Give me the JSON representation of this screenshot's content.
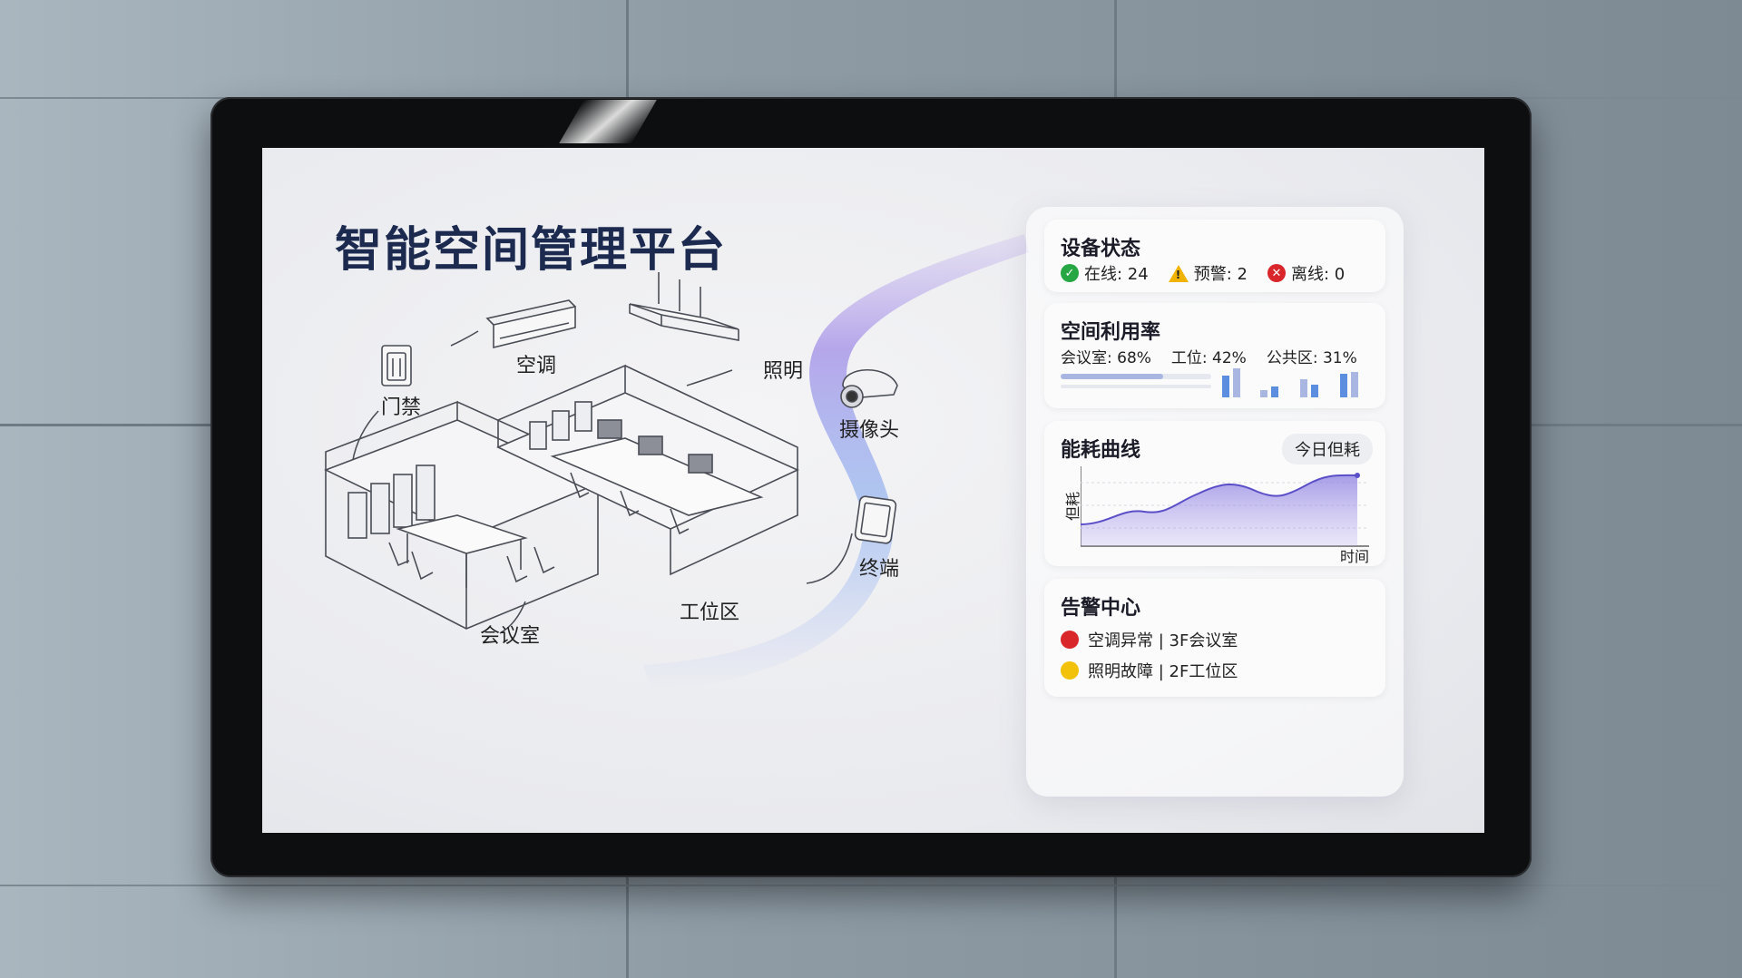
{
  "title": "智能空间管理平台",
  "labels": {
    "access": "门禁",
    "ac": "空调",
    "lighting": "照明",
    "camera": "摄像头",
    "terminal": "终端",
    "workstation": "工位区",
    "meeting": "会议室"
  },
  "device_status": {
    "title": "设备状态",
    "online_label": "在线: 24",
    "warning_label": "预警: 2",
    "offline_label": "离线: 0"
  },
  "utilization": {
    "title": "空间利用率",
    "meeting_label": "会议室: 68%",
    "workstation_label": "工位: 42%",
    "public_label": "公共区: 31%",
    "meeting_value": 68
  },
  "energy": {
    "title": "能耗曲线",
    "toggle": "今日但耗",
    "ylabel": "但耗",
    "xlabel": "时间"
  },
  "alerts": {
    "title": "告警中心",
    "items": [
      {
        "text": "空调异常 | 3F会议室",
        "color": "#d8262b"
      },
      {
        "text": "照明故障 | 2F工位区",
        "color": "#f2c20a"
      }
    ]
  },
  "colors": {
    "online": "#27a744",
    "warning": "#f0b400",
    "offline": "#d8262b",
    "accent": "#8a7ee0",
    "title": "#1b2a4e"
  }
}
